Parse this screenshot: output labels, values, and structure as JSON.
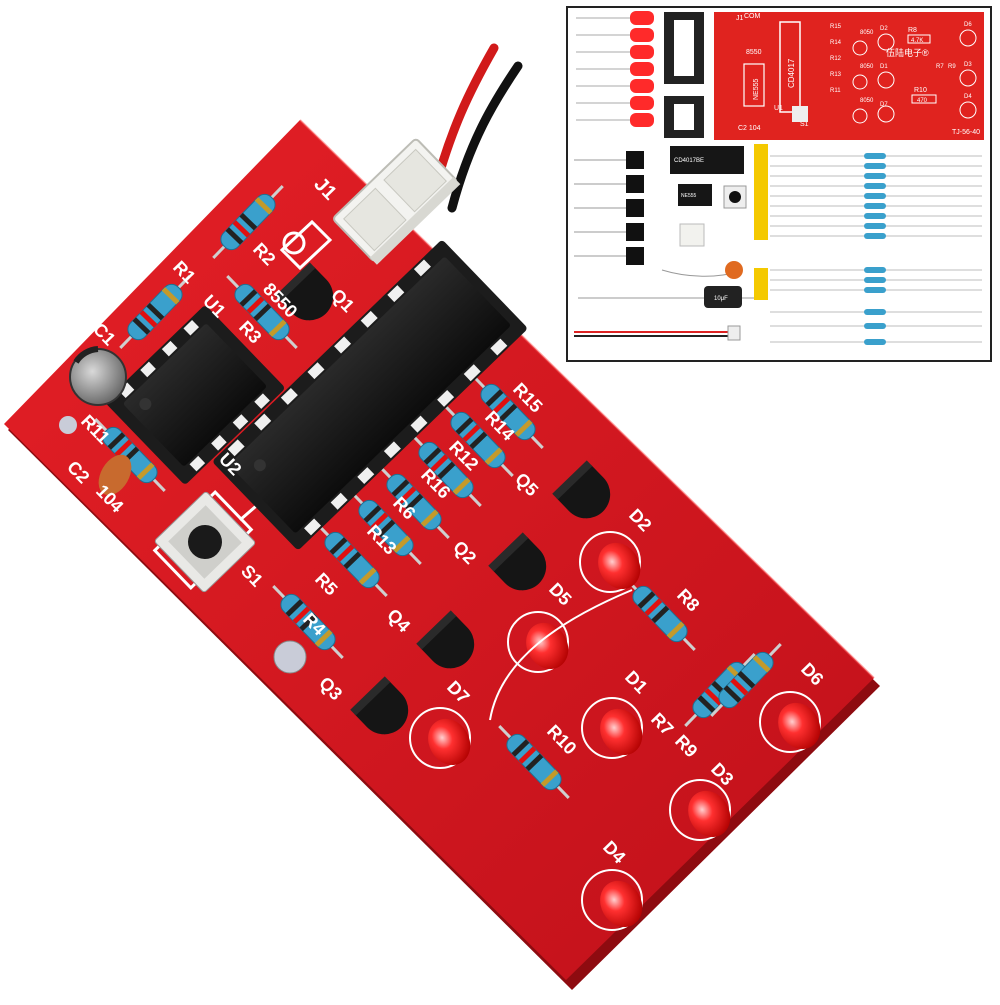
{
  "colors": {
    "pcb": "#d9141a",
    "pcb_dark": "#a50d10",
    "chip": "#161616",
    "resistor": "#3aa0cc",
    "led": "#ff1a1a",
    "inset_pcb": "#e0231f",
    "strip": "#f4c900"
  },
  "board": {
    "j1": "J1",
    "r1": "R1",
    "r2": "R2",
    "r3": "R3",
    "r4": "R4",
    "r5": "R5",
    "r6": "R6",
    "r7": "R7",
    "r8": "R8",
    "r9": "R9",
    "r10": "R10",
    "r11": "R11",
    "r12": "R12",
    "r13": "R13",
    "r14": "R14",
    "r15": "R15",
    "r16": "R16",
    "q1": "Q1",
    "q1_type": "8550",
    "q2": "Q2",
    "q3": "Q3",
    "q4": "Q4",
    "q5": "Q5",
    "c1": "C1",
    "c2": "C2",
    "c2_value": "104",
    "u1": "U1",
    "u2": "U2",
    "s1": "S1",
    "d1": "D1",
    "d2": "D2",
    "d3": "D3",
    "d4": "D4",
    "d5": "D5",
    "d6": "D6",
    "d7": "D7"
  },
  "inset": {
    "pcb_chip": "CD4017",
    "pcb_ic1": "NE555",
    "pcb_brand": "伍陆电子®",
    "pcb_code": "TJ-56-40",
    "pcb_c2": "C2  104",
    "pcb_s1": "S1",
    "pcb_u1": "U1",
    "pcb_r10": "R10",
    "pcb_r10_val": "470",
    "pcb_r8": "R8",
    "pcb_r8_val": "4.7K",
    "pcb_j1": "J1",
    "pcb_com": "COM",
    "pcb_q1": "8550",
    "pcb_q2": "8050",
    "pcb_q3": "8050",
    "pcb_q5": "8050",
    "pcb_r11": "R11",
    "pcb_r12": "R12",
    "pcb_r13": "R13",
    "pcb_r14": "R14",
    "pcb_r15": "R15",
    "pcb_d2": "D2",
    "pcb_d6": "D6",
    "pcb_d1": "D1",
    "pcb_d3": "D3",
    "pcb_d4": "D4",
    "pcb_d7": "D7",
    "pcb_r7": "R7",
    "pcb_r9": "R9",
    "ic_large": "CD4017BE",
    "ic_small": "NE555",
    "cap_label": "10μF"
  }
}
